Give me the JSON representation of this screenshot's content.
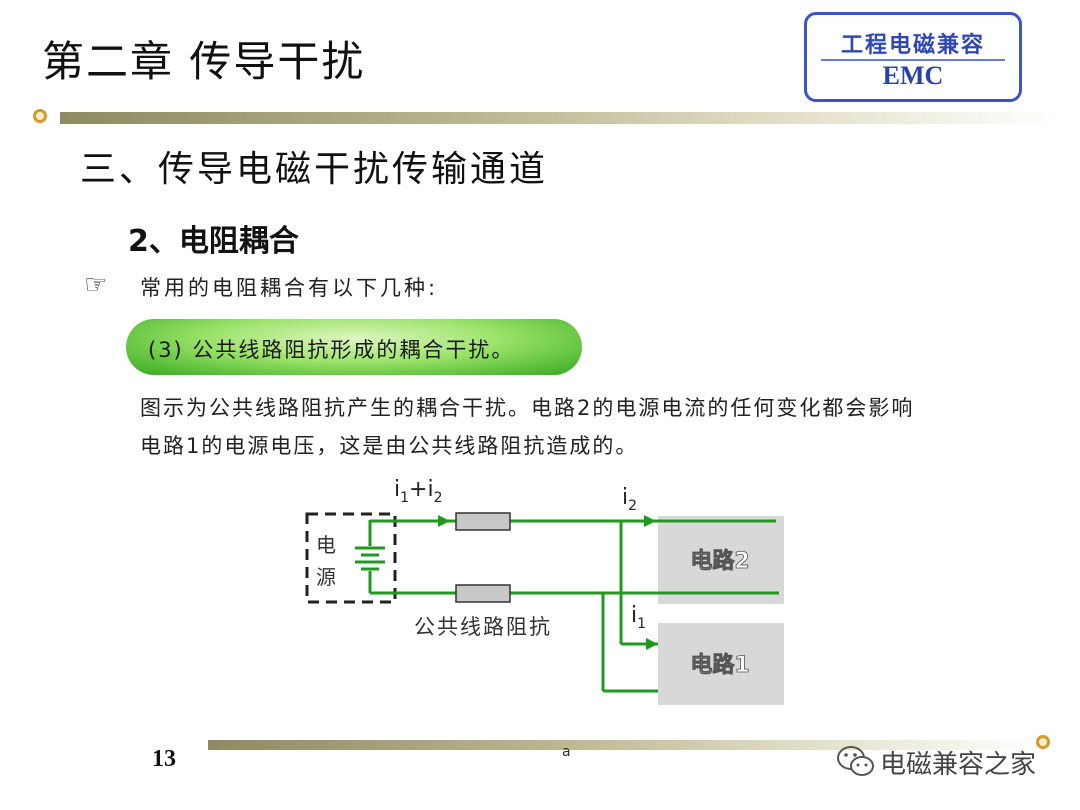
{
  "header": {
    "chapter_title": "第二章 传导干扰",
    "logo": {
      "top_text": "工程电磁兼容",
      "bottom_text": "EMC"
    }
  },
  "section": {
    "title": "三、传导电磁干扰传输通道",
    "subtitle": "2、电阻耦合",
    "intro": "常用的电阻耦合有以下几种:",
    "pill_label": "(3) 公共线路阻抗形成的耦合干扰。",
    "paragraph_line1": "图示为公共线路阻抗产生的耦合干扰。电路2的电源电流的任何变化都会影响",
    "paragraph_line2": "电路1的电源电压，这是由公共线路阻抗造成的。"
  },
  "diagram": {
    "source_label_1": "电",
    "source_label_2": "源",
    "current_total": "i",
    "current_total_sub1": "1",
    "current_plus": "+i",
    "current_total_sub2": "2",
    "current_2": "i",
    "current_2_sub": "2",
    "current_1": "i",
    "current_1_sub": "1",
    "circuit_2": "电路2",
    "circuit_1": "电路1",
    "impedance_label": "公共线路阻抗"
  },
  "footer": {
    "page_number": "13",
    "center_mark": "a",
    "watermark": "电磁兼容之家"
  },
  "colors": {
    "wire": "#1f9a1f",
    "logo_border": "#3b54c8",
    "bullet_ring": "#d79a2a",
    "circuit_box": "#d8d8d8"
  }
}
